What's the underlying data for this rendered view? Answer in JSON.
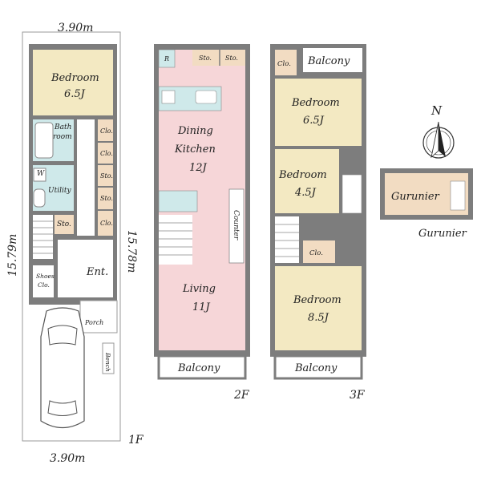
{
  "floor1": {
    "dim_top": "3.90m",
    "dim_bottom": "3.90m",
    "dim_left": "15.79m",
    "dim_right": "15.78m",
    "floor_label": "1F",
    "bedroom_name": "Bedroom",
    "bedroom_size": "6.5J",
    "bath": "Bath room",
    "bath_l1": "Bath",
    "bath_l2": "room",
    "utility": "Utility",
    "w": "W",
    "sto": "Sto.",
    "clo": "Clo.",
    "shoes_l1": "Shoes",
    "shoes_l2": "Clo.",
    "ent": "Ent.",
    "porch": "Porch",
    "bench": "Bench"
  },
  "floor2": {
    "floor_label": "2F",
    "r": "R",
    "sto1": "Sto.",
    "sto2": "Sto.",
    "dk_l1": "Dining",
    "dk_l2": "Kitchen",
    "dk_size": "12J",
    "counter": "Counter",
    "living": "Living",
    "living_size": "11J",
    "balcony": "Balcony"
  },
  "floor3": {
    "floor_label": "3F",
    "clo_top": "Clo.",
    "balcony_top": "Balcony",
    "bed1_name": "Bedroom",
    "bed1_size": "6.5J",
    "bed2_name": "Bedroom",
    "bed2_size": "4.5J",
    "clo_mid": "Clo.",
    "bed3_name": "Bedroom",
    "bed3_size": "8.5J",
    "balcony_bottom": "Balcony"
  },
  "gurunier": {
    "room_label": "Gurunier",
    "caption": "Gurunier"
  },
  "compass": {
    "letter": "N"
  },
  "colors": {
    "bedroom": "#f3e9c2",
    "wet": "#cfe9ea",
    "storage": "#f2dcc2",
    "ldk": "#f6d6d8",
    "wall": "#7d7d7d"
  }
}
